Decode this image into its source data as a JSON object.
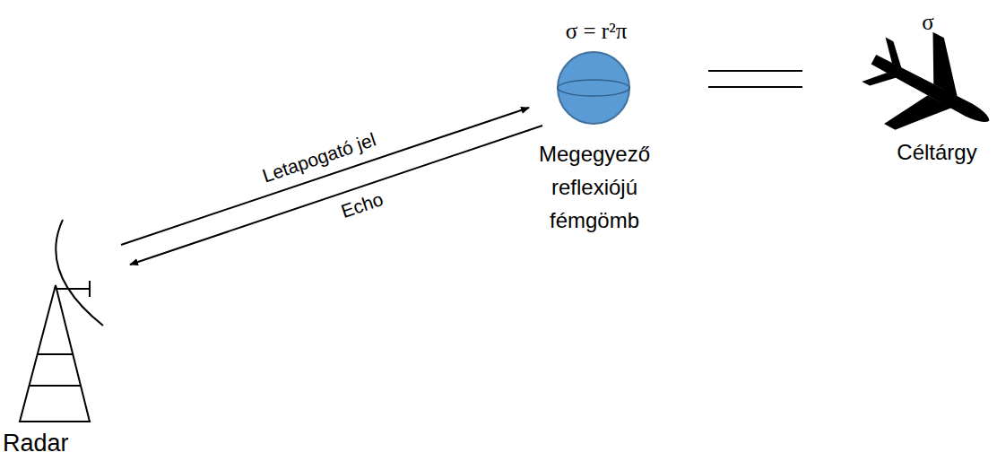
{
  "diagram": {
    "nodes": [
      {
        "text": [
          "Radar"
        ]
      },
      {
        "text": [
          "σ = r²π",
          "Megegyező reflexiójú fémgömb"
        ]
      },
      {
        "text": [
          "σ",
          "Céltárgy"
        ]
      }
    ],
    "edges": [
      {
        "from": 0,
        "to": 1,
        "arrow": "to",
        "label": "Letapogató jel"
      },
      {
        "from": 1,
        "to": 0,
        "arrow": "to",
        "label": "Echo"
      }
    ]
  }
}
